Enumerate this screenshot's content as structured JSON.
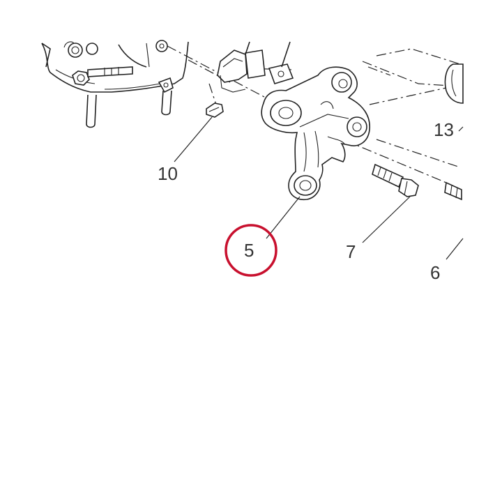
{
  "diagram": {
    "callouts": [
      {
        "id": "10",
        "label": "10"
      },
      {
        "id": "5",
        "label": "5",
        "highlighted": true
      },
      {
        "id": "7",
        "label": "7"
      },
      {
        "id": "6",
        "label": "6"
      },
      {
        "id": "13",
        "label": "13"
      }
    ],
    "highlight_color": "#c8102e",
    "line_color": "#222222",
    "label_color": "#333333"
  }
}
